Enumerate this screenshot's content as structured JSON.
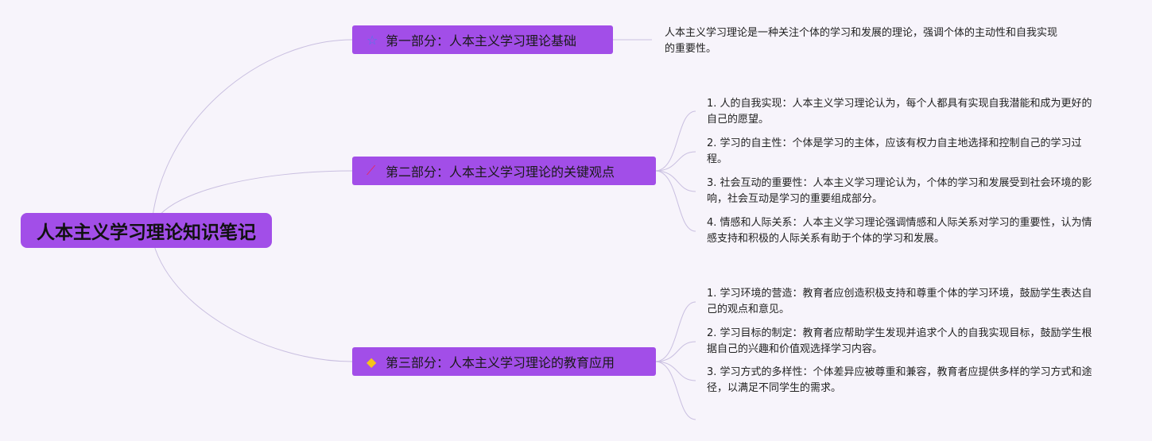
{
  "root": {
    "title": "人本主义学习理论知识笔记"
  },
  "colors": {
    "node": "#a24ee8",
    "background": "#f7f4fb",
    "line": "#c9bfe0"
  },
  "branches": [
    {
      "icon": "star-icon",
      "label": "第一部分：人本主义学习理论基础",
      "items": [
        "人本主义学习理论是一种关注个体的学习和发展的理论，强调个体的主动性和自我实现的重要性。"
      ]
    },
    {
      "icon": "magic-wand-icon",
      "label": "第二部分：人本主义学习理论的关键观点",
      "items": [
        "1. 人的自我实现：人本主义学习理论认为，每个人都具有实现自我潜能和成为更好的自己的愿望。",
        "2. 学习的自主性：个体是学习的主体，应该有权力自主地选择和控制自己的学习过程。",
        "3. 社会互动的重要性：人本主义学习理论认为，个体的学习和发展受到社会环境的影响，社会互动是学习的重要组成部分。",
        "4. 情感和人际关系：人本主义学习理论强调情感和人际关系对学习的重要性，认为情感支持和积极的人际关系有助于个体的学习和发展。"
      ]
    },
    {
      "icon": "diamond-icon",
      "label": "第三部分：人本主义学习理论的教育应用",
      "items": [
        "1. 学习环境的营造：教育者应创造积极支持和尊重个体的学习环境，鼓励学生表达自己的观点和意见。",
        "2. 学习目标的制定：教育者应帮助学生发现并追求个人的自我实现目标，鼓励学生根据自己的兴趣和价值观选择学习内容。",
        "3. 学习方式的多样性：个体差异应被尊重和兼容，教育者应提供多样的学习方式和途径，以满足不同学生的需求。"
      ]
    }
  ]
}
